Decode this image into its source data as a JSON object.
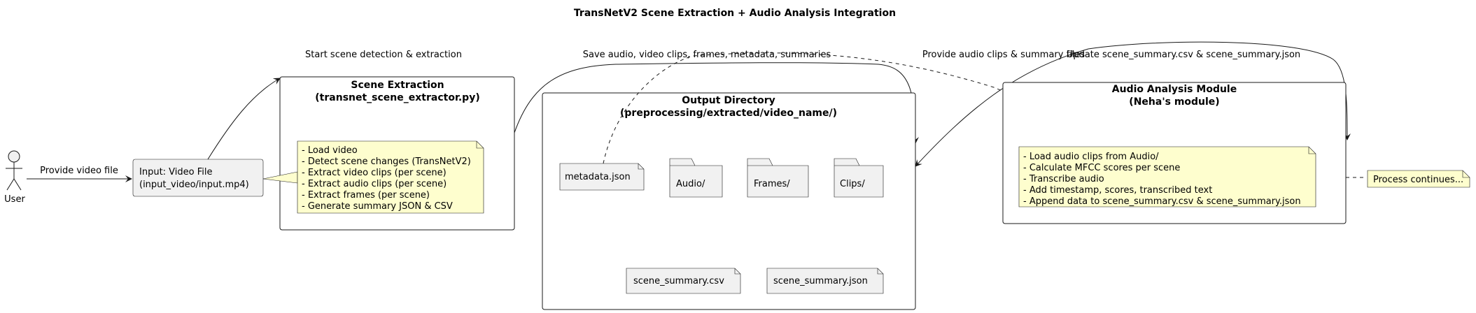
{
  "title": "TransNetV2 Scene Extraction + Audio Analysis Integration",
  "actor": {
    "label": "User"
  },
  "edges": {
    "provide_video": "Provide video file",
    "start_detection": "Start scene detection & extraction",
    "save_outputs": "Save audio, video clips, frames, metadata, summaries",
    "provide_audio": "Provide audio clips & summary files",
    "update_summary": "Update scene_summary.csv & scene_summary.json"
  },
  "input_box": {
    "line1": "Input: Video File",
    "line2": "(input_video/input.mp4)"
  },
  "scene_extraction": {
    "title1": "Scene Extraction",
    "title2": "(transnet_scene_extractor.py)",
    "note": [
      "- Load video",
      "- Detect scene changes (TransNetV2)",
      "- Extract video clips (per scene)",
      "- Extract audio clips (per scene)",
      "- Extract frames (per scene)",
      "- Generate summary JSON & CSV"
    ]
  },
  "output_directory": {
    "title1": "Output Directory",
    "title2": "(preprocessing/extracted/video_name/)",
    "files": {
      "metadata": "metadata.json",
      "audio": "Audio/",
      "frames": "Frames/",
      "clips": "Clips/",
      "csv": "scene_summary.csv",
      "json": "scene_summary.json"
    }
  },
  "audio_module": {
    "title1": "Audio Analysis Module",
    "title2": "(Neha's module)",
    "note": [
      "- Load audio clips from Audio/",
      "- Calculate MFCC scores per scene",
      "- Transcribe audio",
      "- Add timestamp, scores, transcribed text",
      "- Append data to scene_summary.csv & scene_summary.json"
    ]
  },
  "process_note": "Process continues..."
}
